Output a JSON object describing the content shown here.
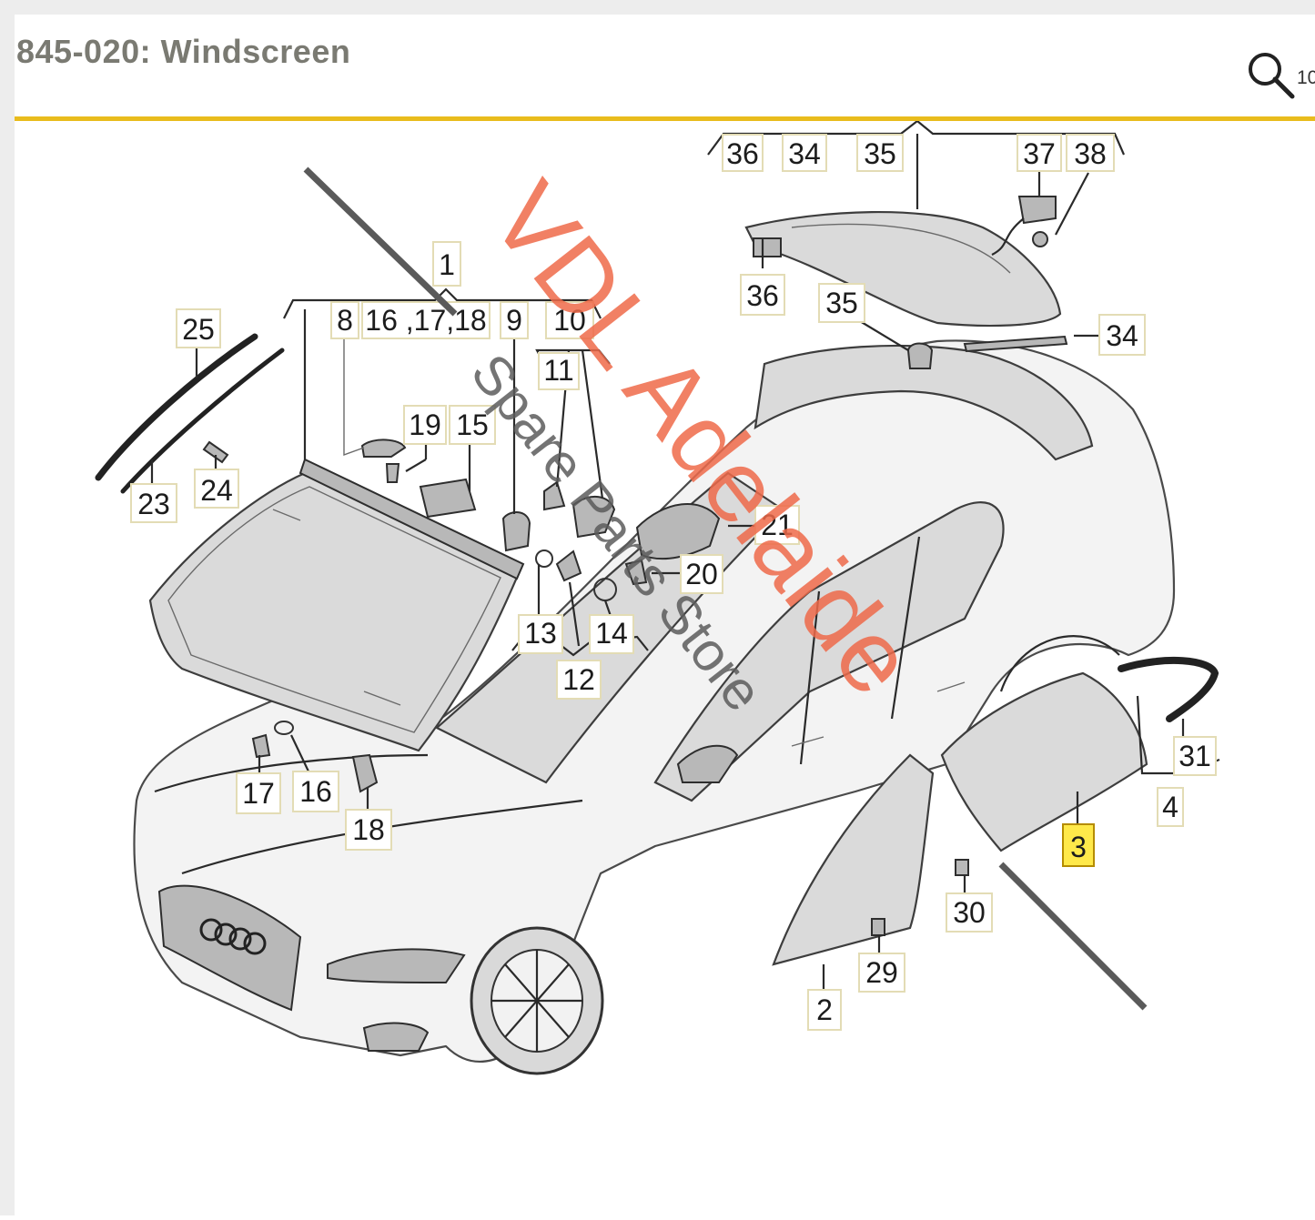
{
  "header": {
    "title": "845-020: Windscreen",
    "zoom_label": "10"
  },
  "colors": {
    "accent_rule": "#e9bc1d",
    "highlight_callout": "#ffe94a",
    "watermark": "#ef6a4a"
  },
  "callouts": [
    {
      "id": "c36a",
      "text": "36"
    },
    {
      "id": "c34a",
      "text": "34"
    },
    {
      "id": "c35a",
      "text": "35"
    },
    {
      "id": "c37",
      "text": "37"
    },
    {
      "id": "c38",
      "text": "38"
    },
    {
      "id": "c36b",
      "text": "36"
    },
    {
      "id": "c35b",
      "text": "35"
    },
    {
      "id": "c34b",
      "text": "34"
    },
    {
      "id": "c1",
      "text": "1"
    },
    {
      "id": "c8",
      "text": "8"
    },
    {
      "id": "c161718",
      "text": "16 ,17,18"
    },
    {
      "id": "c9",
      "text": "9"
    },
    {
      "id": "c10",
      "text": "10"
    },
    {
      "id": "c11",
      "text": "11"
    },
    {
      "id": "c25",
      "text": "25"
    },
    {
      "id": "c19",
      "text": "19"
    },
    {
      "id": "c15",
      "text": "15"
    },
    {
      "id": "c24",
      "text": "24"
    },
    {
      "id": "c23",
      "text": "23"
    },
    {
      "id": "c21",
      "text": "21"
    },
    {
      "id": "c20",
      "text": "20"
    },
    {
      "id": "c13",
      "text": "13"
    },
    {
      "id": "c14",
      "text": "14"
    },
    {
      "id": "c12",
      "text": "12"
    },
    {
      "id": "c17",
      "text": "17"
    },
    {
      "id": "c16",
      "text": "16"
    },
    {
      "id": "c18",
      "text": "18"
    },
    {
      "id": "c31",
      "text": "31"
    },
    {
      "id": "c4",
      "text": "4"
    },
    {
      "id": "c3",
      "text": "3",
      "highlight": true
    },
    {
      "id": "c30",
      "text": "30"
    },
    {
      "id": "c29",
      "text": "29"
    },
    {
      "id": "c2",
      "text": "2"
    }
  ],
  "watermark": {
    "line1": "VDL Adelaide",
    "line2": "Spare Parts Store"
  }
}
